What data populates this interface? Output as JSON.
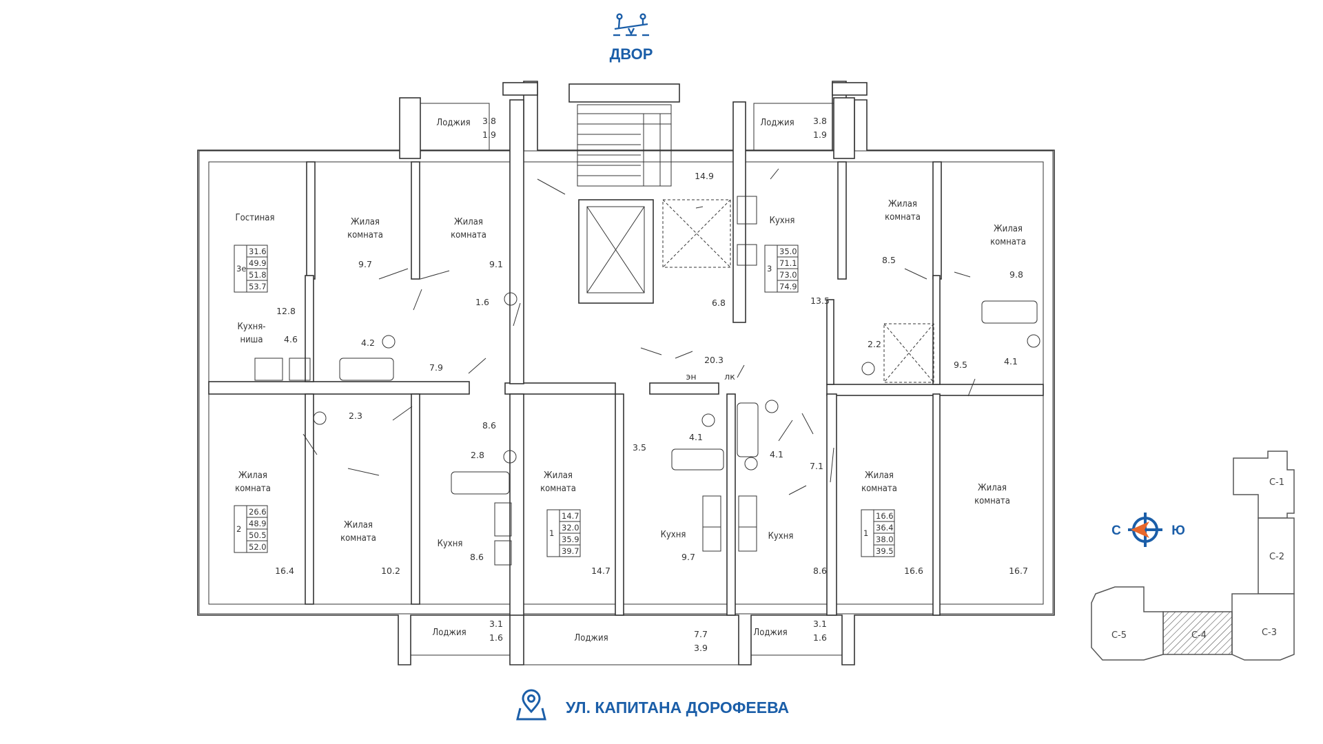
{
  "header": {
    "top_label": "ДВОР",
    "top_icon": "playground-icon"
  },
  "footer": {
    "street_label": "УЛ. КАПИТАНА ДОРОФЕЕВА",
    "street_icon": "location-pin-icon"
  },
  "colors": {
    "accent": "#1b5ea8",
    "compass_arrow": "#e8672a",
    "wall": "#333333"
  },
  "compass": {
    "left": "С",
    "right": "Ю"
  },
  "sections": {
    "s1": "С-1",
    "s2": "С-2",
    "s3": "С-3",
    "s4": "С-4",
    "s5": "С-5",
    "current": "С-4"
  },
  "rooms": {
    "loggia_tl": "Лоджия",
    "loggia_tl_a1": "3.8",
    "loggia_tl_a2": "1.9",
    "loggia_tr": "Лоджия",
    "loggia_tr_a1": "3.8",
    "loggia_tr_a2": "1.9",
    "stair_area": "14.9",
    "living": "Гостиная",
    "zh1": "Жилая\nкомната",
    "zh1_a": "9.7",
    "zh2": "Жилая\nкомната",
    "zh2_a": "9.1",
    "hall_a1": "12.8",
    "bath1_a": "1.6",
    "kitchen_niche": "Кухня-\nниша",
    "kitchen_niche_a": "4.6",
    "bath2_a": "4.2",
    "corr1_a": "7.9",
    "lift_hall_a": "6.8",
    "corridor_a": "20.3",
    "kitchen_r": "Кухня",
    "kitchen_r_a": "13.5",
    "zh3": "Жилая\nкомната",
    "zh3_a": "8.5",
    "zh4": "Жилая\nкомната",
    "zh4_a": "9.8",
    "bath_r1_a": "2.2",
    "hall_r_a": "9.5",
    "bath_r2_a": "4.1",
    "en": "эн",
    "lk": "лк",
    "bath3_a": "2.3",
    "hall3_a": "8.6",
    "bath4_a": "2.8",
    "zh5": "Жилая\nкомната",
    "zh5_a": "16.4",
    "zh6": "Жилая\nкомната",
    "zh6_a": "10.2",
    "kitchen3": "Кухня",
    "kitchen3_a": "8.6",
    "zh7": "Жилая\nкомната",
    "zh7_a": "14.7",
    "hall4_a": "3.5",
    "bath5_a": "4.1",
    "kitchen4": "Кухня",
    "kitchen4_a": "9.7",
    "bath6_a": "4.1",
    "hall5_a": "7.1",
    "kitchen5": "Кухня",
    "kitchen5_a": "8.6",
    "zh8": "Жилая\nкомната",
    "zh8_a": "16.6",
    "zh9": "Жилая\nкомната",
    "zh9_a": "16.7",
    "loggia_bl": "Лоджия",
    "loggia_bl_a1": "3.1",
    "loggia_bl_a2": "1.6",
    "loggia_bc": "Лоджия",
    "loggia_bc_a1": "7.7",
    "loggia_bc_a2": "3.9",
    "loggia_br": "Лоджия",
    "loggia_br_a1": "3.1",
    "loggia_br_a2": "1.6"
  },
  "apartments": [
    {
      "id": "apt-3e",
      "rooms": "3е",
      "areas": [
        "31.6",
        "49.9",
        "51.8",
        "53.7"
      ]
    },
    {
      "id": "apt-3",
      "rooms": "3",
      "areas": [
        "35.0",
        "71.1",
        "73.0",
        "74.9"
      ]
    },
    {
      "id": "apt-2",
      "rooms": "2",
      "areas": [
        "26.6",
        "48.9",
        "50.5",
        "52.0"
      ]
    },
    {
      "id": "apt-1a",
      "rooms": "1",
      "areas": [
        "14.7",
        "32.0",
        "35.9",
        "39.7"
      ]
    },
    {
      "id": "apt-1b",
      "rooms": "1",
      "areas": [
        "16.6",
        "36.4",
        "38.0",
        "39.5"
      ]
    }
  ]
}
